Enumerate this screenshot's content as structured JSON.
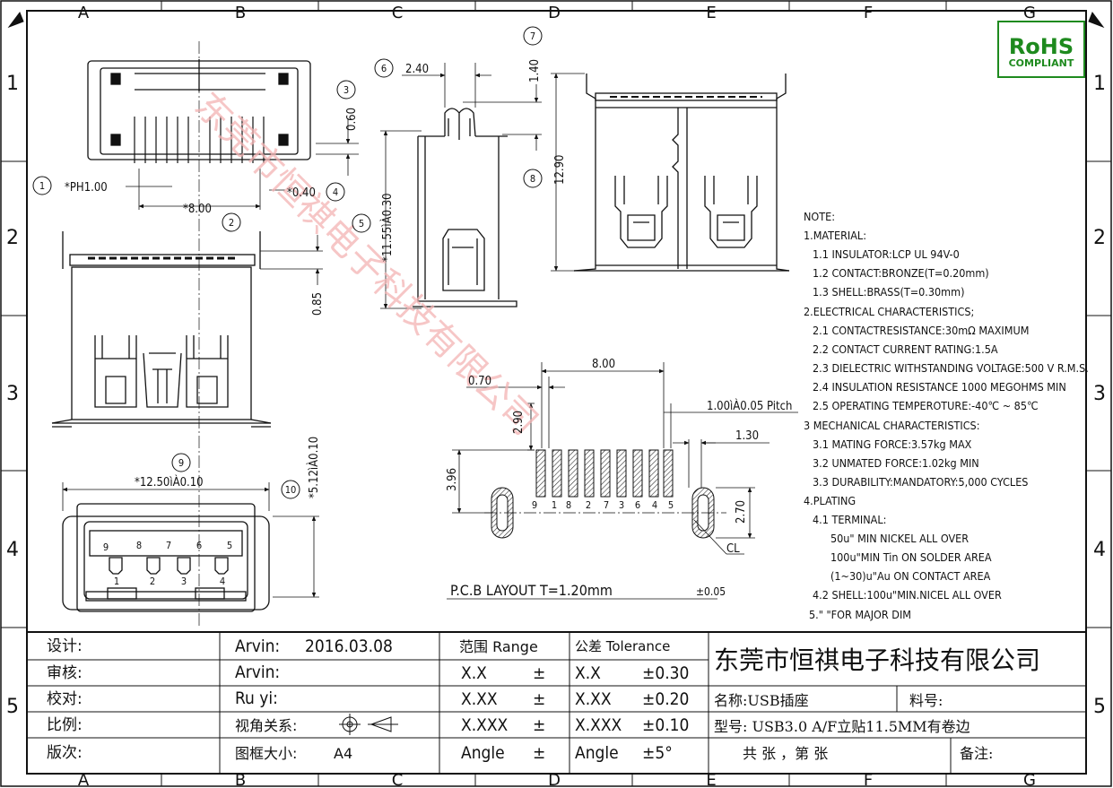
{
  "border": {
    "cols": [
      "A",
      "B",
      "C",
      "D",
      "E",
      "F",
      "G"
    ],
    "rows": [
      "1",
      "2",
      "3",
      "4",
      "5"
    ]
  },
  "rohs": {
    "line1": "RoHS",
    "line2": "COMPLIANT",
    "color": "#1e8a1e"
  },
  "watermark": "东莞市恒祺电子科技有限公司",
  "dimensions": {
    "d_240": "2.40",
    "d_140": "1.40",
    "d_060": "0.60",
    "d_1290": "12.90",
    "d_ph": "*PH1.00",
    "d_040": "*0.40",
    "d_800a": "*8.00",
    "d_1155": "*11.55ìÀ0.30",
    "d_085": "0.85",
    "d_1250": "*12.50ìÀ0.10",
    "d_512": "*5.12ìÀ0.10",
    "d_800b": "8.00",
    "d_070": "0.70",
    "d_290": "2.90",
    "d_pitch": "1.00ìÀ0.05 Pitch",
    "d_130": "1.30",
    "d_396": "3.96",
    "d_270": "2.70",
    "d_cl": "CL"
  },
  "balloons": [
    "1",
    "2",
    "3",
    "4",
    "5",
    "6",
    "7",
    "8",
    "9",
    "10"
  ],
  "front_pins_top": [
    "9",
    "8",
    "7",
    "6",
    "5"
  ],
  "front_pins_bottom": [
    "1",
    "2",
    "3",
    "4"
  ],
  "pcb_pins": [
    "9",
    "1",
    "8",
    "2",
    "7",
    "3",
    "6",
    "4",
    "5"
  ],
  "pcb": {
    "title": "P.C.B  LAYOUT T=1.20mm",
    "tol": "±0.05"
  },
  "notes": [
    "NOTE:",
    "1.MATERIAL:",
    "1.1 INSULATOR:LCP UL 94V-0",
    "1.2 CONTACT:BRONZE(T=0.20mm)",
    "1.3 SHELL:BRASS(T=0.30mm)",
    "2.ELECTRICAL CHARACTERISTICS;",
    "2.1 CONTACTRESISTANCE:30mΩ MAXIMUM",
    "2.2 CONTACT CURRENT RATING:1.5A",
    "2.3 DIELECTRIC WITHSTANDING VOLTAGE:500 V R.M.S.",
    "2.4 INSULATION RESISTANCE 1000 MEGOHMS MIN",
    "2.5 OPERATING TEMPEROTURE:-40℃ ~ 85℃",
    "3 MECHANICAL CHARACTERISTICS:",
    "3.1 MATING FORCE:3.57kg MAX",
    "3.2 UNMATED FORCE:1.02kg MIN",
    "3.3 DURABILITY:MANDATORY:5,000 CYCLES",
    "4.PLATING",
    "4.1 TERMINAL:",
    "50u\" MIN NICKEL ALL OVER",
    "100u\"MIN Tin ON SOLDER AREA",
    "(1~30)u\"Au ON CONTACT AREA",
    "4.2 SHELL:100u\"MIN.NICEL ALL OVER",
    "5.\"  \"FOR MAJOR DIM"
  ],
  "title_block": {
    "labels": [
      "设计:",
      "审核:",
      "校对:",
      "比例:",
      "版次:"
    ],
    "designer": "Arvin:",
    "date": "2016.03.08",
    "reviewer": "Arvin:",
    "checker": "Ru yi:",
    "projection_label": "视角关系:",
    "frame_label": "图框大小:",
    "frame_value": "A4",
    "range_header": "范围 Range",
    "tol_header": "公差 Tolerance",
    "ranges": [
      "X.X",
      "X.XX",
      "X.XXX",
      "Angle"
    ],
    "pm": "±",
    "tol_ranges": [
      "X.X",
      "X.XX",
      "X.XXX",
      "Angle"
    ],
    "tol_values": [
      "±0.30",
      "±0.20",
      "±0.10",
      "±5°"
    ],
    "company": "东莞市恒祺电子科技有限公司",
    "name_label": "名称:USB插座",
    "part_label": "料号:",
    "model_label": "型号: USB3.0 A/F立贴11.5MM有卷边",
    "sheet_label": "共   张 ，第   张",
    "remark_label": "备注:"
  }
}
